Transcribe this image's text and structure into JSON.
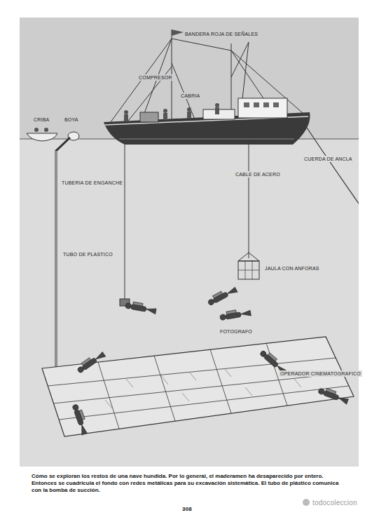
{
  "diagram": {
    "caption": "Cómo se exploran los restos de una nave hundida. Por lo general, el maderamen ha desaparecido por entero. Entonces se cuadricula el fondo con redes metálicas para su excavación sistemática. El tubo de plástico comunica con la bomba de succión.",
    "labels": [
      "BANDERA ROJA DE SEÑALES",
      "COMPRESOR",
      "CABRIA",
      "CRIBA",
      "BOYA",
      "CUERDA DE ANCLA",
      "CABLE DE ACERO",
      "TUBERIA DE ENGANCHE",
      "TUBO DE PLASTICO",
      "JAULA CON ANFORAS",
      "FOTOGRAFO",
      "OPERADOR CINEMATOGRAFICO",
      "308",
      "todocoleccion"
    ]
  }
}
